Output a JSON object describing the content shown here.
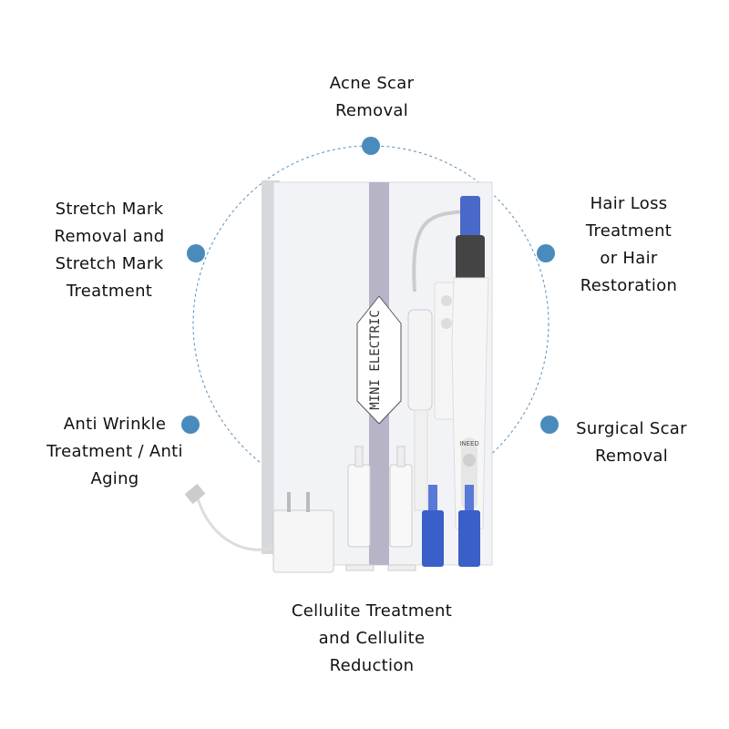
{
  "labels": {
    "top": "Acne Scar\nRemoval",
    "upper_left": "Stretch Mark\nRemoval and\nStretch Mark\nTreatment",
    "upper_right": "Hair Loss\nTreatment\nor Hair\nRestoration",
    "lower_left": "Anti Wrinkle\nTreatment / Anti\nAging",
    "lower_right": "Surgical Scar\nRemoval",
    "bottom": "Cellulite Treatment\nand Cellulite\nReduction"
  },
  "product": {
    "box_logo": "MINI ELECTRIC",
    "pen_brand": "INEED"
  },
  "colors": {
    "dot": "#4a8bbd",
    "circle": "#5b8fb8",
    "cartridge": "#3a5fc8"
  }
}
